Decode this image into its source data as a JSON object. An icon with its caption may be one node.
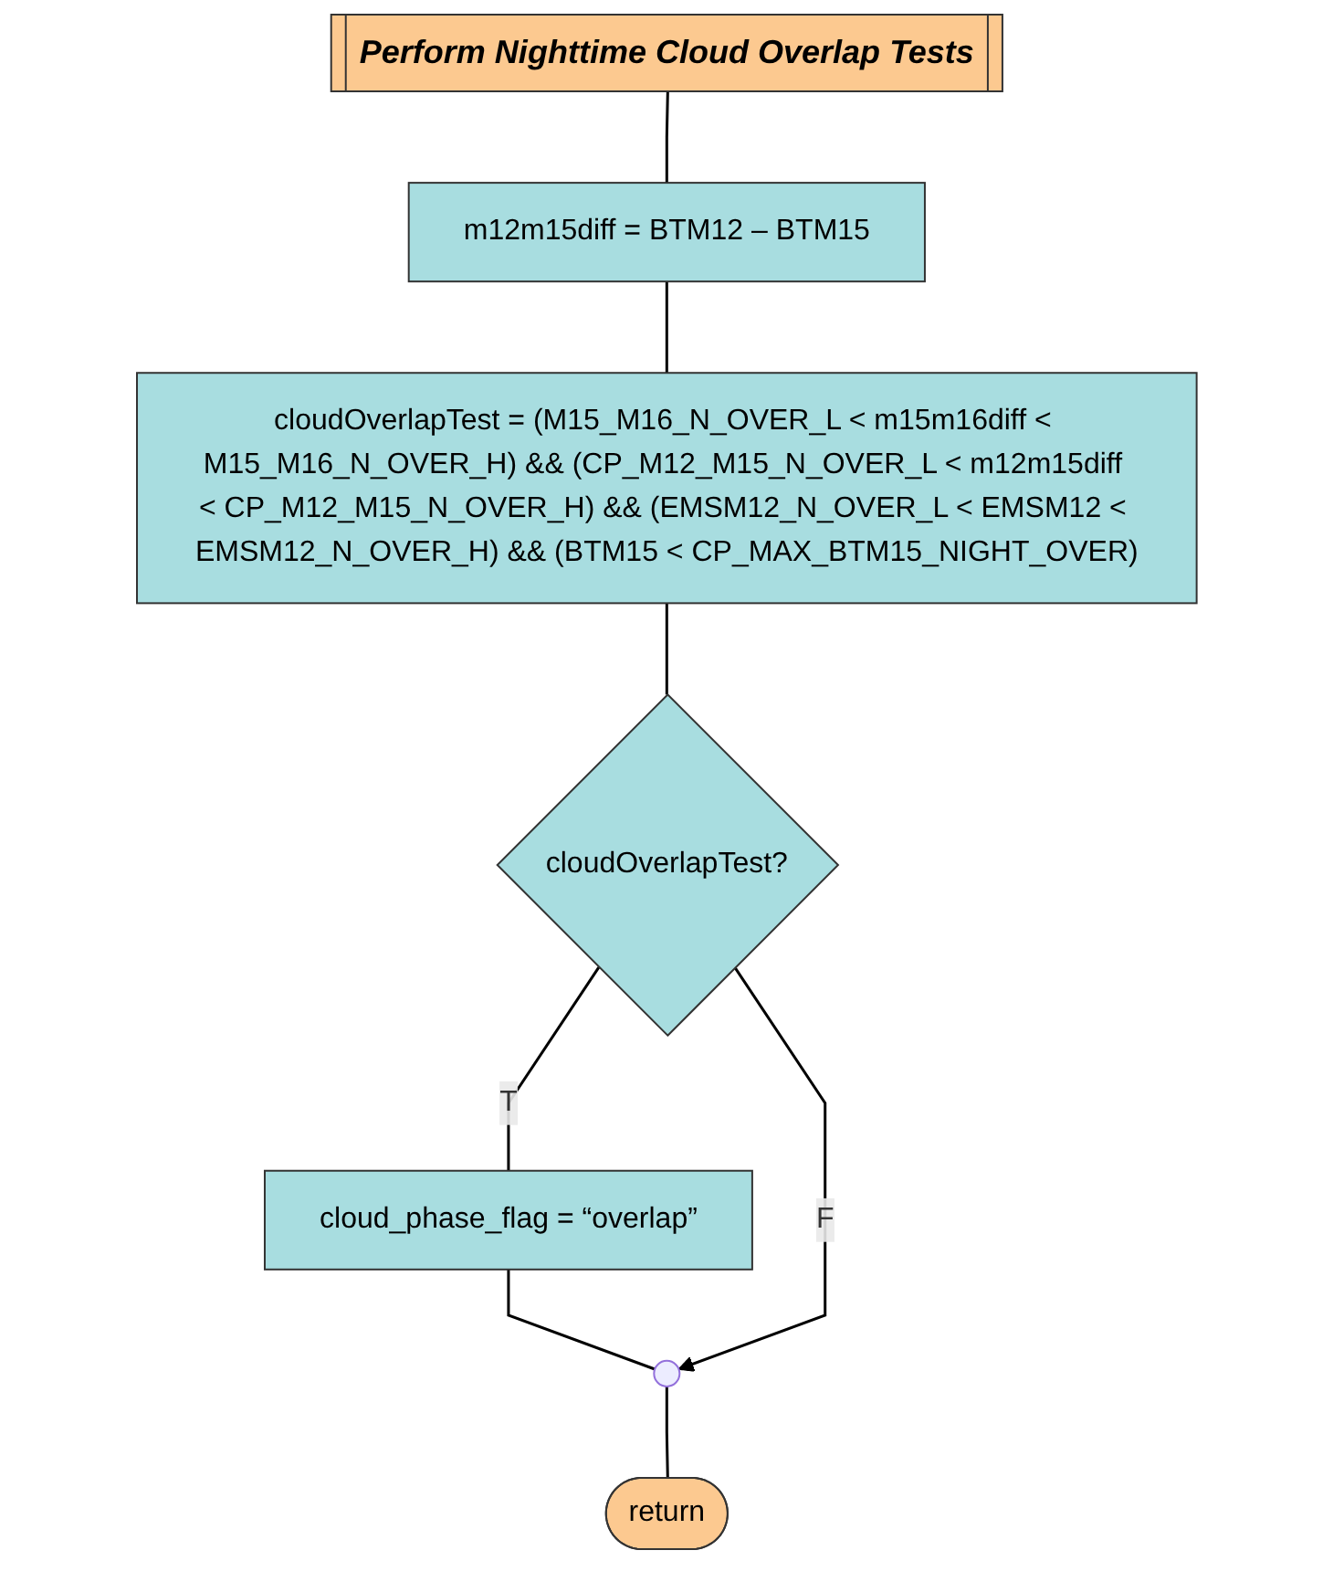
{
  "diagram": {
    "nodes": [
      {
        "text": [
          "Perform Nighttime Cloud Overlap Tests"
        ]
      },
      {
        "text": [
          "m12m15diff = BTM12 – BTM15"
        ]
      },
      {
        "text": [
          "cloudOverlapTest = (M15_M16_N_OVER_L < m15m16diff < M15_M16_N_OVER_H) && (CP_M12_M15_N_OVER_L < m12m15diff < CP_M12_M15_N_OVER_H) && (EMSM12_N_OVER_L < EMSM12 < EMSM12_N_OVER_H) && (BTM15 < CP_MAX_BTM15_NIGHT_OVER)"
        ]
      },
      {
        "text": [
          "cloudOverlapTest?"
        ]
      },
      {
        "text": [
          "cloud_phase_flag = “overlap”"
        ]
      },
      {
        "text": [],
        "shape": "circle"
      },
      {
        "text": [
          "return"
        ]
      }
    ],
    "edges": [
      {
        "from": 0,
        "to": 1,
        "arrow": "none"
      },
      {
        "from": 1,
        "to": 2,
        "arrow": "none"
      },
      {
        "from": 2,
        "to": 3,
        "arrow": "none"
      },
      {
        "from": 3,
        "to": 4,
        "label": "T",
        "arrow": "none"
      },
      {
        "from": 4,
        "to": 5,
        "arrow": "none"
      },
      {
        "from": 3,
        "to": 5,
        "label": "F",
        "arrow": "to"
      },
      {
        "from": 5,
        "to": 6,
        "arrow": "none"
      }
    ]
  }
}
